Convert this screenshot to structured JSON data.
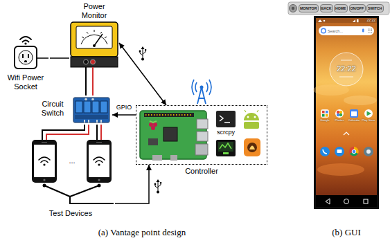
{
  "diagram": {
    "nodes": [
      {
        "text": [
          "Power Monitor"
        ]
      },
      {
        "text": [
          "Wifi Power Socket"
        ]
      },
      {
        "text": [
          "Circuit Switch"
        ]
      },
      {
        "text": [
          "scrcpy",
          "Controller"
        ]
      },
      {
        "text": [
          "Test Devices"
        ]
      },
      {
        "text": [
          "MONITOR"
        ]
      },
      {
        "text": [
          "BACK"
        ]
      },
      {
        "text": [
          "HOME"
        ]
      },
      {
        "text": [
          "ON/OFF"
        ]
      },
      {
        "text": [
          "SWITCH"
        ]
      }
    ],
    "edges": [
      {
        "from": 1,
        "to": 0,
        "arrow": "none"
      },
      {
        "from": 0,
        "to": 3,
        "arrow": "both"
      },
      {
        "from": 0,
        "to": 2,
        "arrow": "none"
      },
      {
        "from": 3,
        "to": 2,
        "label": "GPIO",
        "arrow": "to"
      },
      {
        "from": 2,
        "to": 4,
        "arrow": "none"
      },
      {
        "from": 4,
        "to": 3,
        "arrow": "to"
      }
    ],
    "labels": [
      "...",
      "22:22",
      "Search...",
      "22:22",
      "Google",
      "Photos",
      "Calendar",
      "Play Store",
      "(a) Vantage point design",
      "(b) GUI"
    ]
  }
}
